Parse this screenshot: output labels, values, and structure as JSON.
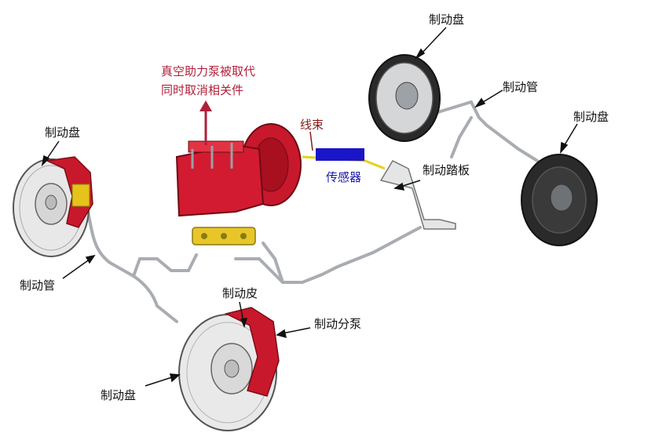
{
  "labels": {
    "disc_top_right_a": "制动盘",
    "brake_pipe_right": "制动管",
    "disc_top_right_b": "制动盘",
    "vacuum_note_line1": "真空助力泵被取代",
    "vacuum_note_line2": "同时取消相关件",
    "wire_harness": "线束",
    "sensor": "传感器",
    "brake_pedal": "制动踏板",
    "disc_left": "制动盘",
    "brake_pipe_left": "制动管",
    "brake_pad": "制动皮",
    "wheel_cylinder": "制动分泵",
    "disc_bottom": "制动盘"
  },
  "colors": {
    "caliper_red": "#c8182c",
    "note_red": "#b0203a",
    "sensor_blue": "#1a16c8",
    "harness_yellow": "#e6d21a",
    "metal_gray": "#bfc3c7",
    "dark_drum": "#2a2a2a"
  }
}
